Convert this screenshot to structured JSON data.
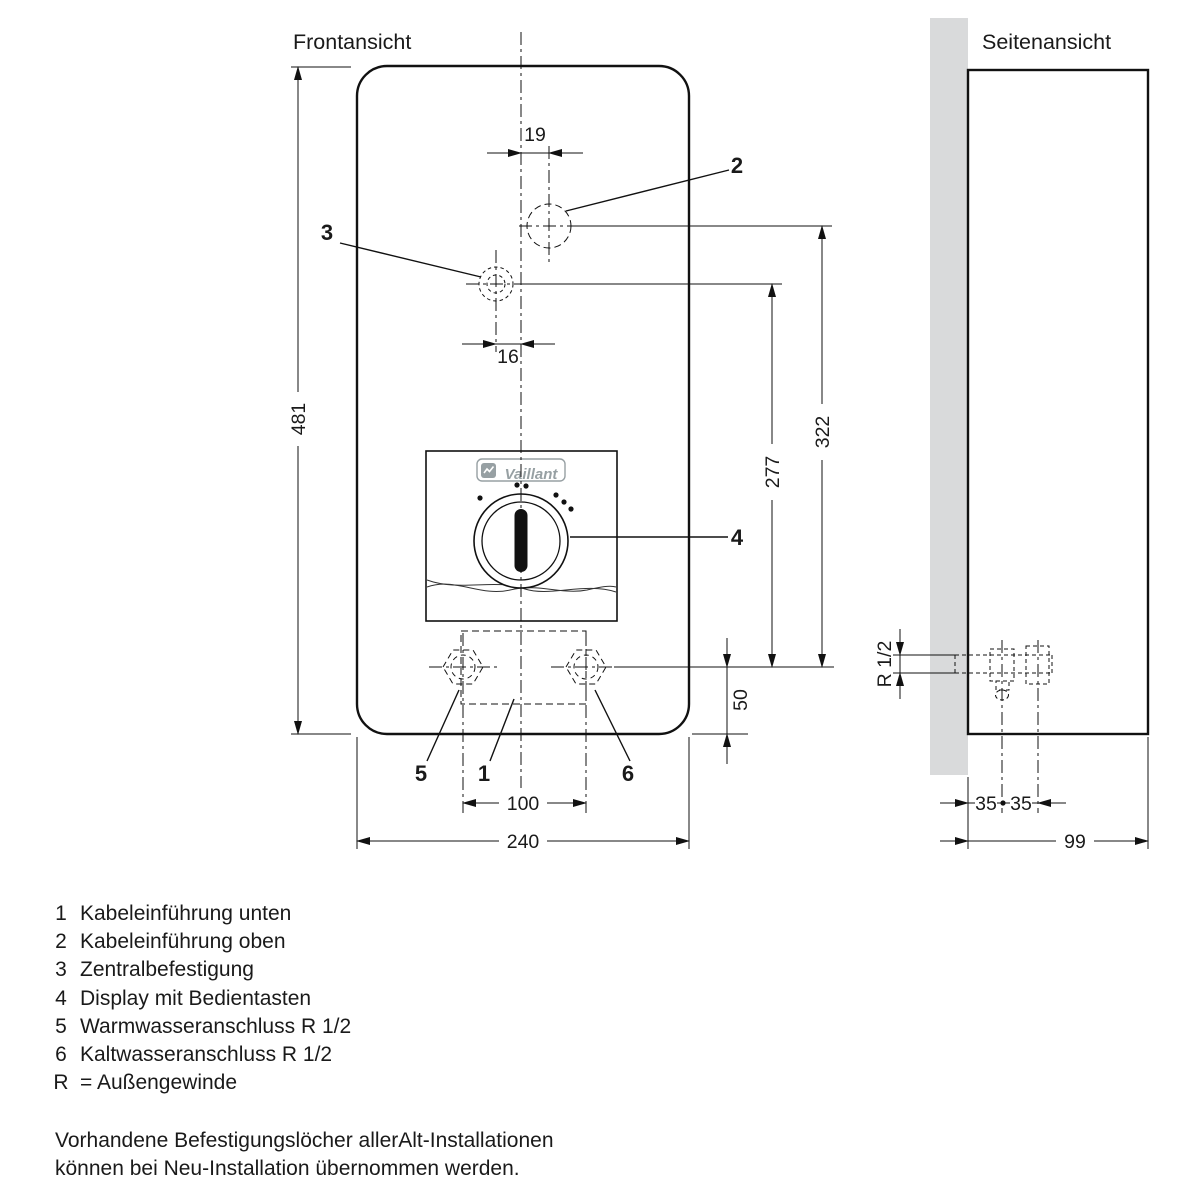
{
  "titles": {
    "front": "Frontansicht",
    "side": "Seitenansicht"
  },
  "brand": "Vaillant",
  "colors": {
    "wall": "#d9dadb",
    "line": "#111111",
    "logo_gray": "#97a0a3"
  },
  "dims": {
    "hole_top_offset": "19",
    "hole_center_offset": "16",
    "height_total": "481",
    "hole3_to_connections": "277",
    "hole2_to_connections": "322",
    "connections_to_bottom": "50",
    "connection_spacing": "100",
    "width_total": "240",
    "thread": "R 1/2",
    "wall_to_warm": "35",
    "warm_to_cold": "35",
    "depth_total": "99"
  },
  "callouts": {
    "n1": "1",
    "n2": "2",
    "n3": "3",
    "n4": "4",
    "n5": "5",
    "n6": "6"
  },
  "legend": [
    {
      "num": "1",
      "text": "Kabeleinführung unten"
    },
    {
      "num": "2",
      "text": "Kabeleinführung oben"
    },
    {
      "num": "3",
      "text": "Zentralbefestigung"
    },
    {
      "num": "4",
      "text": "Display mit Bedientasten"
    },
    {
      "num": "5",
      "text": "Warmwasseranschluss R 1/2"
    },
    {
      "num": "6",
      "text": "Kaltwasseranschluss R 1/2"
    },
    {
      "num": "R",
      "text": "= Außengewinde"
    }
  ],
  "note": {
    "line1": "Vorhandene Befestigungslöcher allerAlt-Installationen",
    "line2": "können bei Neu-Installation übernommen werden."
  }
}
